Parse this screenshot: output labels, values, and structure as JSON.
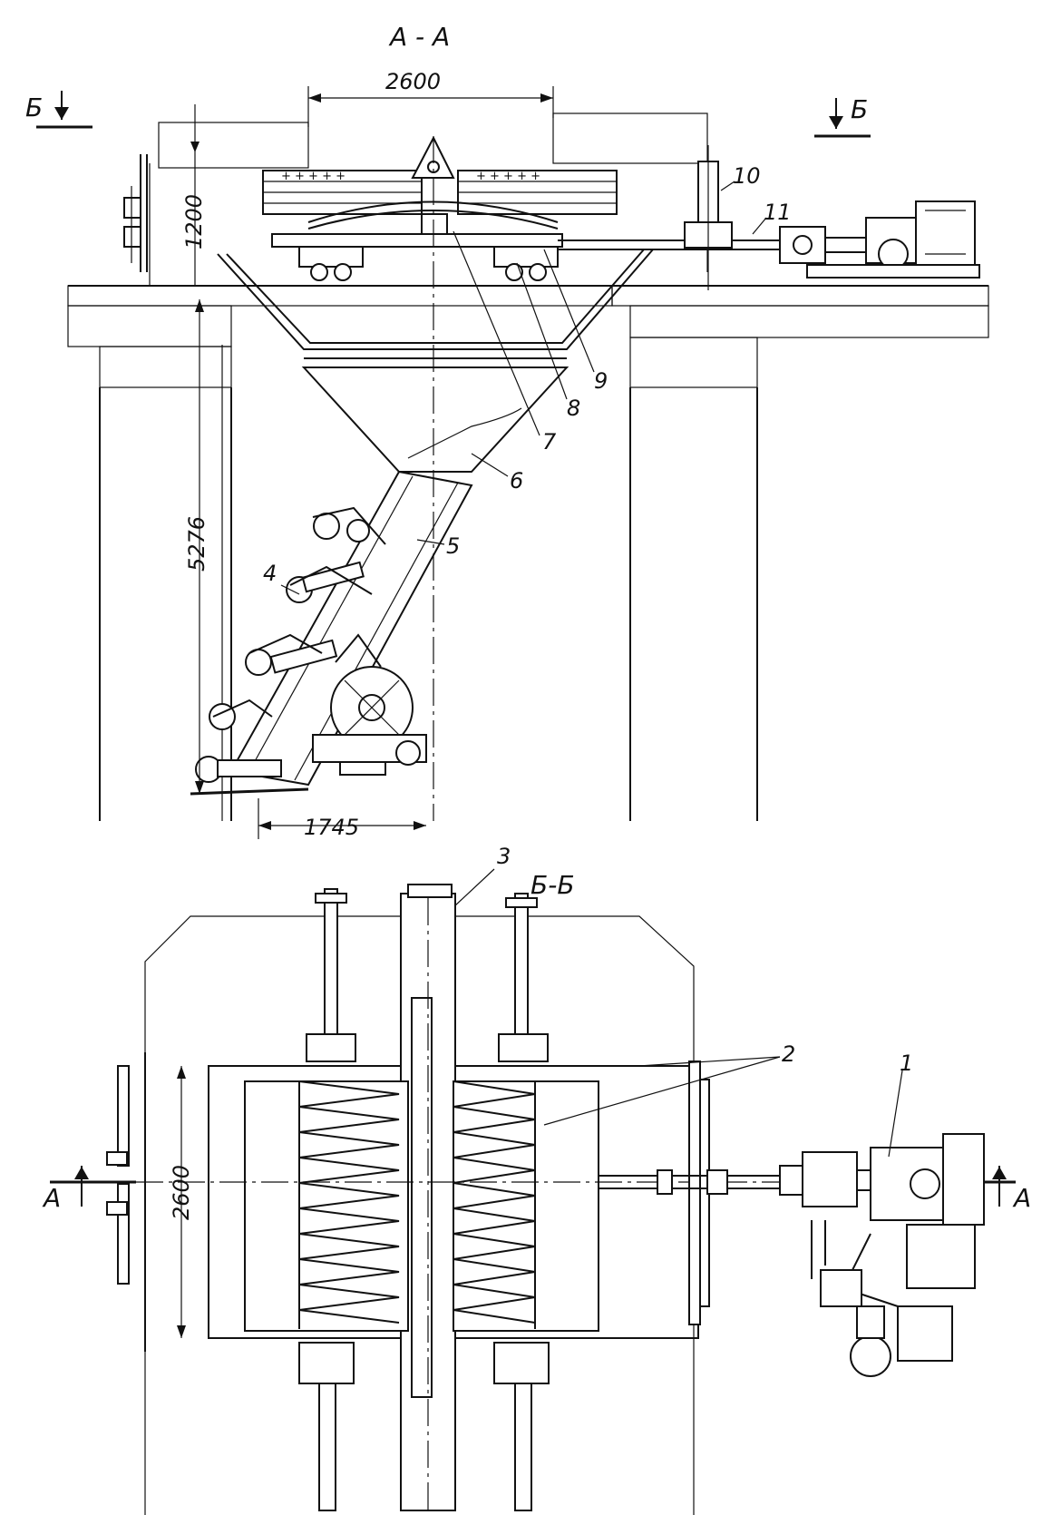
{
  "section_aa": {
    "title": "А - А",
    "cut_mark_left": "Б",
    "cut_mark_right": "Б",
    "dim_width": "2600",
    "dim_height_top": "1200",
    "dim_depth": "5276",
    "dim_bottom": "1745",
    "callouts": [
      "4",
      "5",
      "6",
      "7",
      "8",
      "9",
      "10",
      "11"
    ]
  },
  "section_bb": {
    "title": "Б-Б",
    "cut_mark_left": "А",
    "cut_mark_right": "А",
    "dim_width": "2600",
    "callouts": [
      "1",
      "2",
      "3"
    ]
  }
}
